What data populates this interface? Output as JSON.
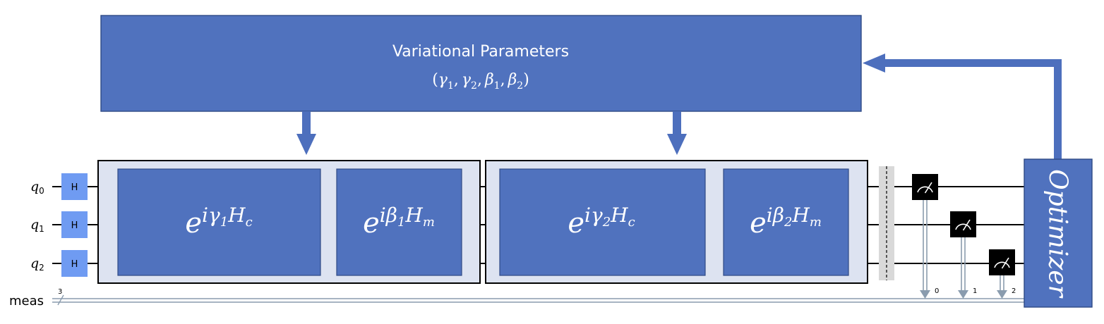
{
  "variational_parameters": {
    "title": "Variational Parameters",
    "params": {
      "open": "(",
      "separator": ",",
      "close": ")",
      "items": [
        {
          "symbol": "γ",
          "index": "1"
        },
        {
          "symbol": "γ",
          "index": "2"
        },
        {
          "symbol": "β",
          "index": "1"
        },
        {
          "symbol": "β",
          "index": "2"
        }
      ]
    }
  },
  "qubits": [
    {
      "letter": "q",
      "index": "0"
    },
    {
      "letter": "q",
      "index": "1"
    },
    {
      "letter": "q",
      "index": "2"
    }
  ],
  "hadamard_label": "H",
  "layers": [
    {
      "cost": {
        "base": "e",
        "sup_i": "i",
        "param": "γ",
        "param_index": "1",
        "op": "H",
        "op_index": "c"
      },
      "mixer": {
        "base": "e",
        "sup_i": "i",
        "param": "β",
        "param_index": "1",
        "op": "H",
        "op_index": "m"
      }
    },
    {
      "cost": {
        "base": "e",
        "sup_i": "i",
        "param": "γ",
        "param_index": "2",
        "op": "H",
        "op_index": "c"
      },
      "mixer": {
        "base": "e",
        "sup_i": "i",
        "param": "β",
        "param_index": "2",
        "op": "H",
        "op_index": "m"
      }
    }
  ],
  "classical_register": {
    "label": "meas",
    "width": "3",
    "bits": [
      "0",
      "1",
      "2"
    ]
  },
  "optimizer": {
    "label": "Optimizer"
  },
  "colors": {
    "block_fill": "#5072be",
    "stage_fill": "#dde3f1",
    "hadamard_fill": "#6f9bf2",
    "measure_fill": "#000000",
    "classical_wire": "#8a9cae",
    "barrier": "#d9d9d9"
  }
}
